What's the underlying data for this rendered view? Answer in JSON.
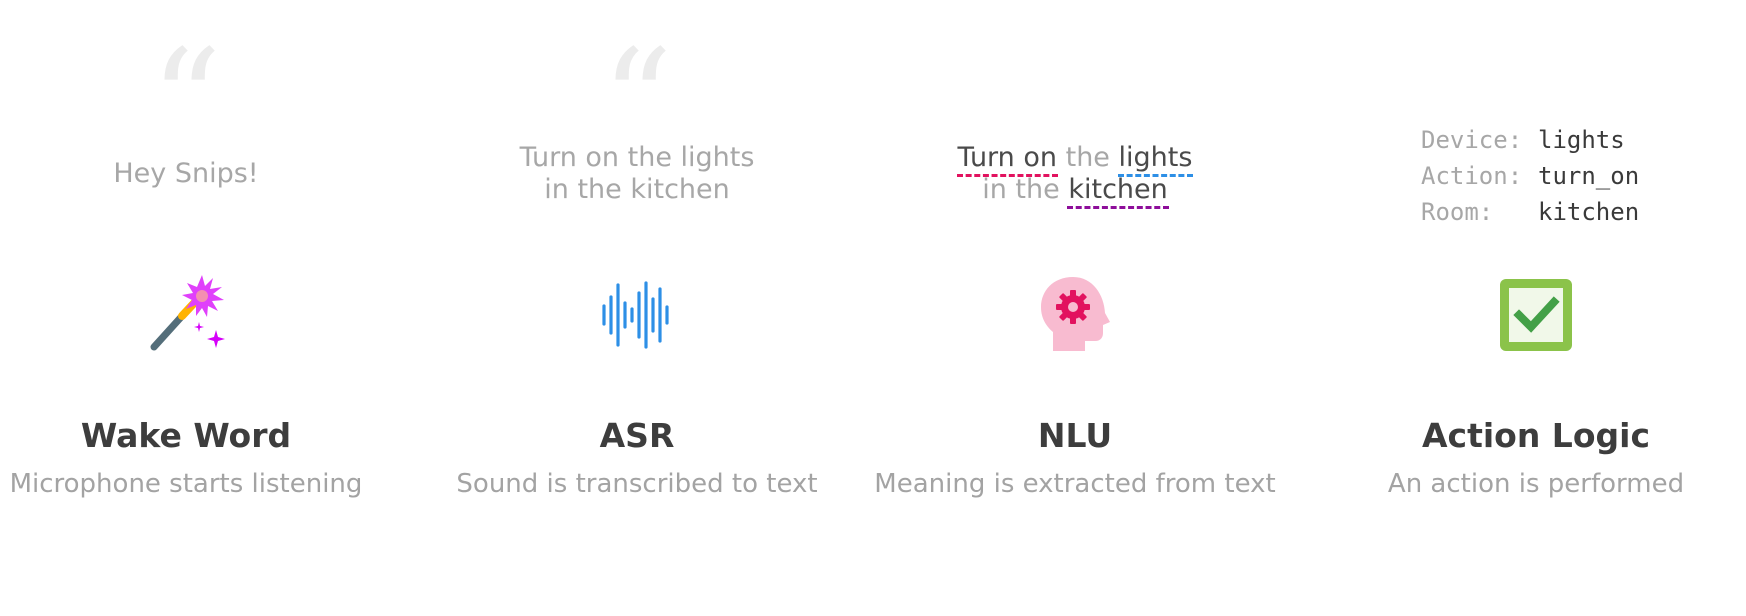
{
  "stages": [
    {
      "utterance": "Hey Snips!",
      "title": "Wake Word",
      "description": "Microphone starts listening",
      "icon": "magic-wand-icon"
    },
    {
      "utterance_line1": "Turn on the lights",
      "utterance_line2": "in the kitchen",
      "title": "ASR",
      "description": "Sound is transcribed to text",
      "icon": "sound-wave-icon"
    },
    {
      "tokens": {
        "action": "Turn on",
        "the1": "the",
        "device": "lights",
        "in_the": "in the",
        "room": "kitchen"
      },
      "title": "NLU",
      "description": "Meaning is extracted from text",
      "icon": "brain-gear-icon"
    },
    {
      "slots": [
        {
          "key": "Device:",
          "value": "lights"
        },
        {
          "key": "Action:",
          "value": "turn_on"
        },
        {
          "key": "Room:",
          "value": "kitchen"
        }
      ],
      "title": "Action Logic",
      "description": "An action is performed",
      "icon": "checkbox-icon"
    }
  ],
  "colors": {
    "action_underline": "#e2125f",
    "device_underline": "#2d8fe6",
    "room_underline": "#8e0e9a",
    "wave_blue": "#2d8fe6",
    "check_green": "#8bc34a"
  }
}
